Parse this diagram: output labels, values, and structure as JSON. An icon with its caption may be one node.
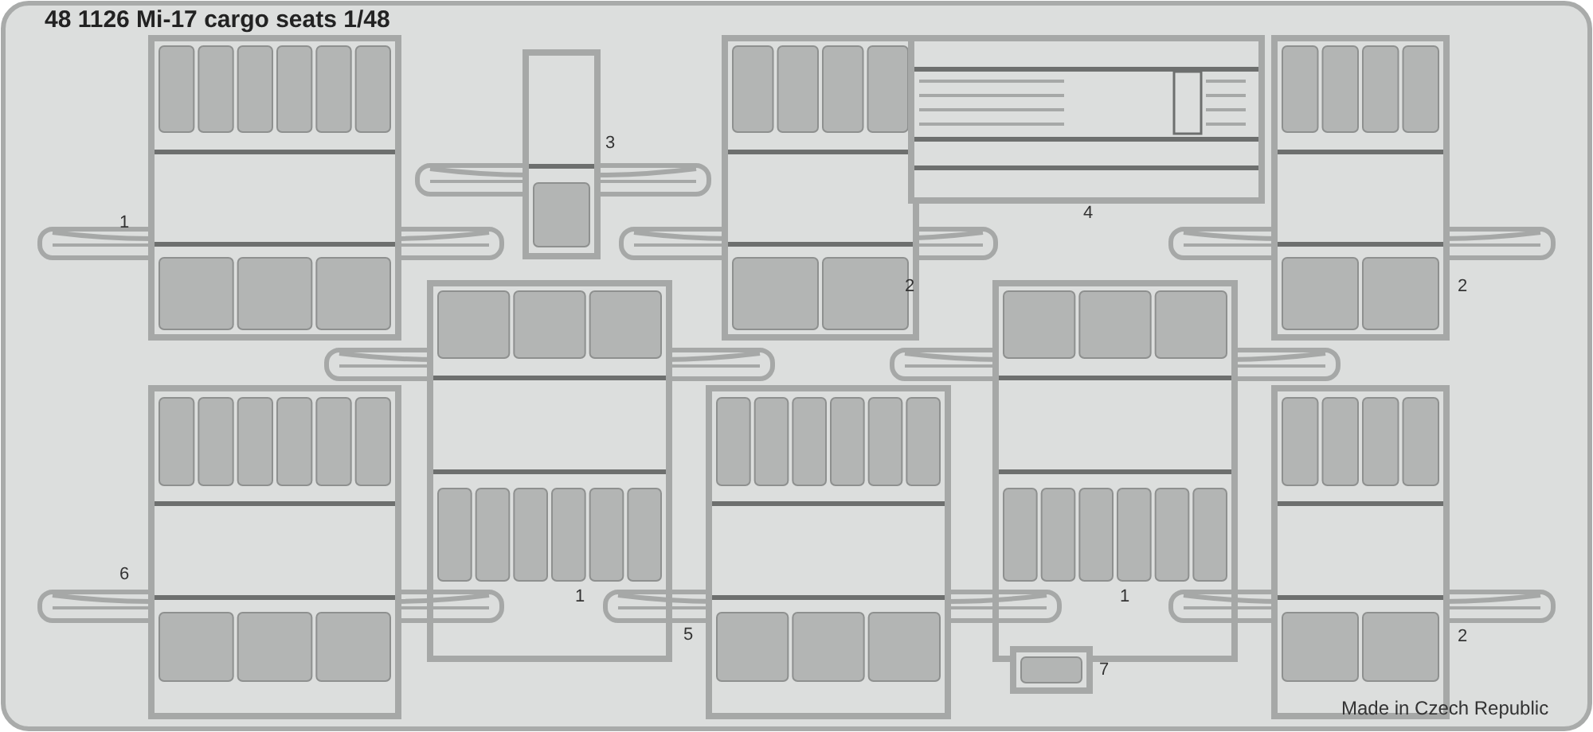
{
  "diagram": {
    "title": "48 1126 Mi-17 cargo seats 1/48",
    "labels": [
      "3",
      "4",
      "1",
      "2",
      "2",
      "6",
      "1",
      "1",
      "5",
      "2",
      "7",
      "Made in Czech Republic"
    ]
  }
}
